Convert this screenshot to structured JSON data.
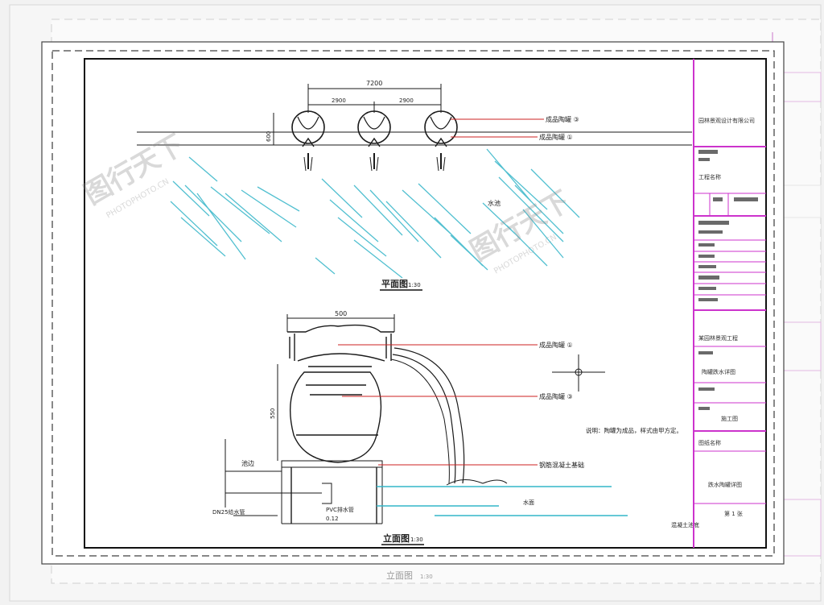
{
  "plan": {
    "dim_total": "7200",
    "dim_spacing_1": "2900",
    "dim_spacing_2": "2900",
    "dim_height": "600",
    "callout_1": "成品陶罐 ③",
    "callout_2": "成品陶罐 ①",
    "water_label": "水池",
    "title": "平面图",
    "scale": "1:30"
  },
  "elevation": {
    "dim_width": "500",
    "dim_height": "550",
    "callout_1": "成品陶罐 ①",
    "callout_2": "成品陶罐 ③",
    "callout_3": "钢筋混凝土基础",
    "water_surface": "水面",
    "left_label": "池边",
    "pipe_label_1": "DN25给水管",
    "pipe_label_2": "PVC排水管",
    "bottom_label": "混凝土池底",
    "dim_bottom": "0.12",
    "note": "说明：陶罐为成品，样式由甲方定。",
    "title": "立面图",
    "scale": "1:30"
  },
  "titleblock": {
    "company": "园林景观设计有限公司",
    "project_label": "工程名称",
    "project_name": "某园林景观工程",
    "drawing_name": "陶罐跌水详图",
    "drawing_no": "施工图",
    "sheet_label": "图纸名称",
    "footer": "跌水陶罐详图",
    "sheet_no": "第 1 张"
  },
  "background_sheet": {
    "title": "立面图",
    "scale": "1:30"
  },
  "watermark": {
    "text": "图行天下",
    "url": "PHOTOPHOTO.CN"
  },
  "colors": {
    "magenta": "#cc33cc",
    "water_cyan": "#33b5c8",
    "callout_red": "#cc2222",
    "line": "#1a1a1a"
  }
}
